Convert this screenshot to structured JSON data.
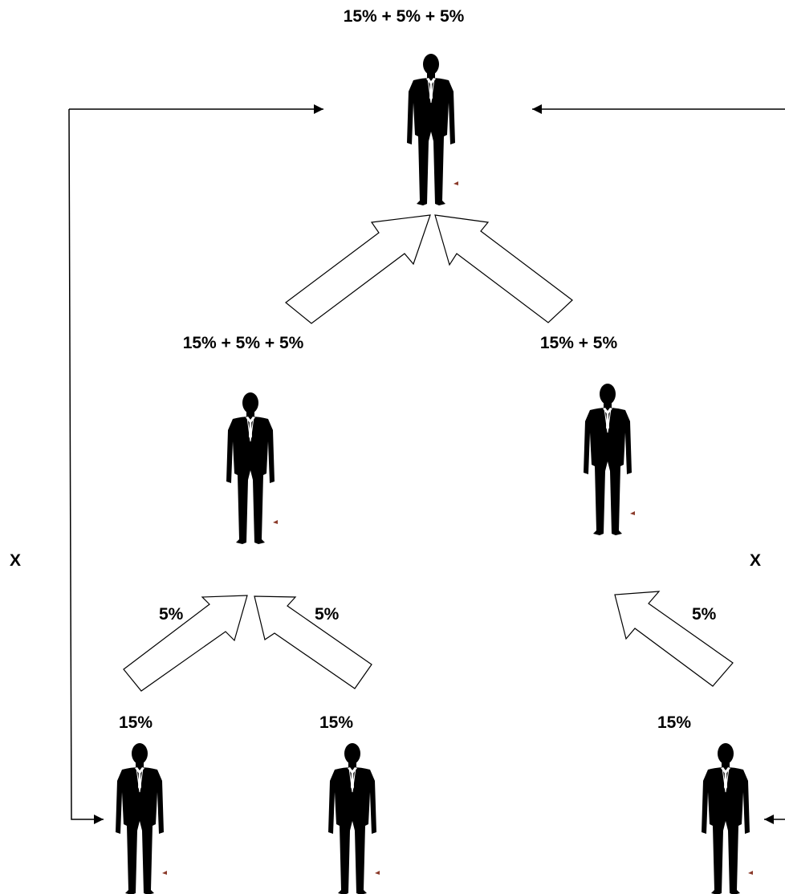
{
  "diagram": {
    "labels": {
      "top": "15% + 5% + 5%",
      "mid_left": "15% + 5% + 5%",
      "mid_right": "15% + 5%",
      "bottom_a": "15%",
      "bottom_b": "15%",
      "bottom_c": "15%",
      "arrow_bl_left": "5%",
      "arrow_bl_right": "5%",
      "arrow_br": "5%",
      "x_left": "X",
      "x_right": "X"
    },
    "colors": {
      "figure": "#000000",
      "line": "#000000",
      "block_arrow_fill": "#ffffff",
      "accent": "#8b3a2a"
    },
    "icons": [
      "businessman-silhouette-icon",
      "block-arrow-icon",
      "connector-arrow-icon"
    ]
  }
}
